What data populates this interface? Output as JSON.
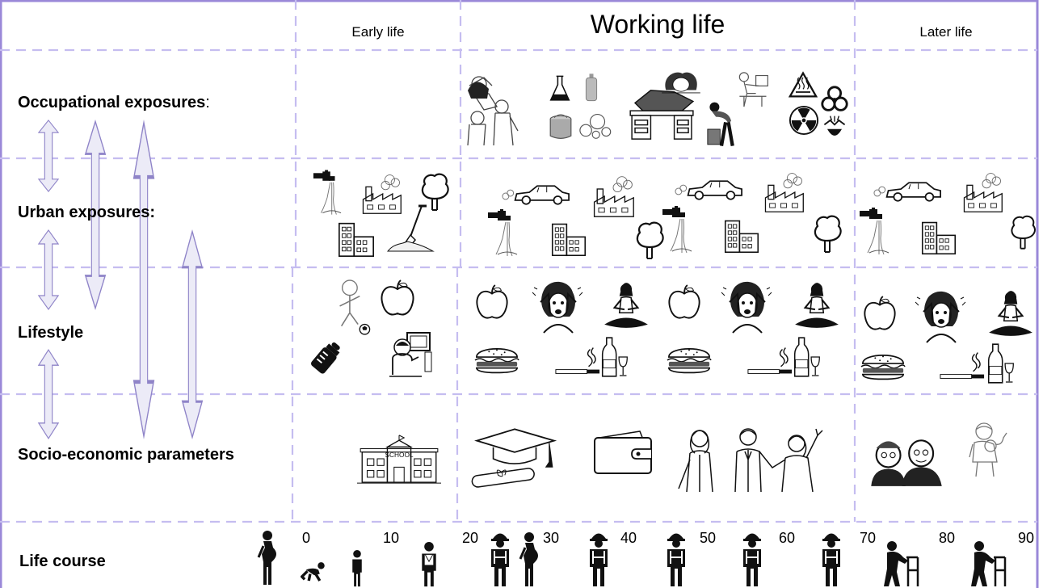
{
  "headers": {
    "early": "Early life",
    "working": "Working life",
    "later": "Later life"
  },
  "rows": [
    {
      "key": "occupational",
      "label": "Occupational exposures",
      "suffix": ":"
    },
    {
      "key": "urban",
      "label": "Urban exposures:",
      "suffix": ""
    },
    {
      "key": "lifestyle",
      "label": "Lifestyle",
      "suffix": ""
    },
    {
      "key": "socio",
      "label": "Socio-economic parameters",
      "suffix": ""
    },
    {
      "key": "lifecourse",
      "label": "Life course",
      "suffix": ""
    }
  ],
  "ages": [
    "0",
    "10",
    "20",
    "30",
    "40",
    "50",
    "60",
    "70",
    "80",
    "90"
  ],
  "colors": {
    "frame": "#9a88d8",
    "grid": "#c5bdf0",
    "arrow_fill": "#ecebf7",
    "arrow_stroke": "#8f84c8",
    "icon": "#111111"
  },
  "icons": {
    "occupational": [
      "worker-scene-icon",
      "flask-icon",
      "spray-can-icon",
      "paint-can-icon",
      "molecules-icon",
      "cluttered-desk-icon",
      "stressed-worker-icon",
      "lifting-worker-icon",
      "office-worker-icon",
      "hot-surface-warning-icon",
      "biohazard-icon",
      "radiation-icon",
      "chemical-hazard-icon"
    ],
    "urban": [
      "water-tap-icon",
      "factory-icon",
      "tree-icon",
      "buildings-icon",
      "shovel-icon",
      "car-icon"
    ],
    "lifestyle": [
      "apple-icon",
      "burger-icon",
      "cigarette-icon",
      "wine-icon",
      "stressed-person-icon",
      "meditation-icon",
      "baby-bottle-icon",
      "child-football-icon",
      "child-computer-icon"
    ],
    "socio": [
      "school-icon",
      "graduation-cap-icon",
      "diploma-icon",
      "wallet-icon",
      "group-of-people-icon",
      "elderly-couple-icon",
      "grandparent-child-icon"
    ],
    "lifecourse": [
      "pregnant-woman-icon",
      "crawling-baby-icon",
      "child-icon",
      "schoolchild-icon",
      "construction-worker-icon",
      "walker-elderly-icon"
    ]
  }
}
